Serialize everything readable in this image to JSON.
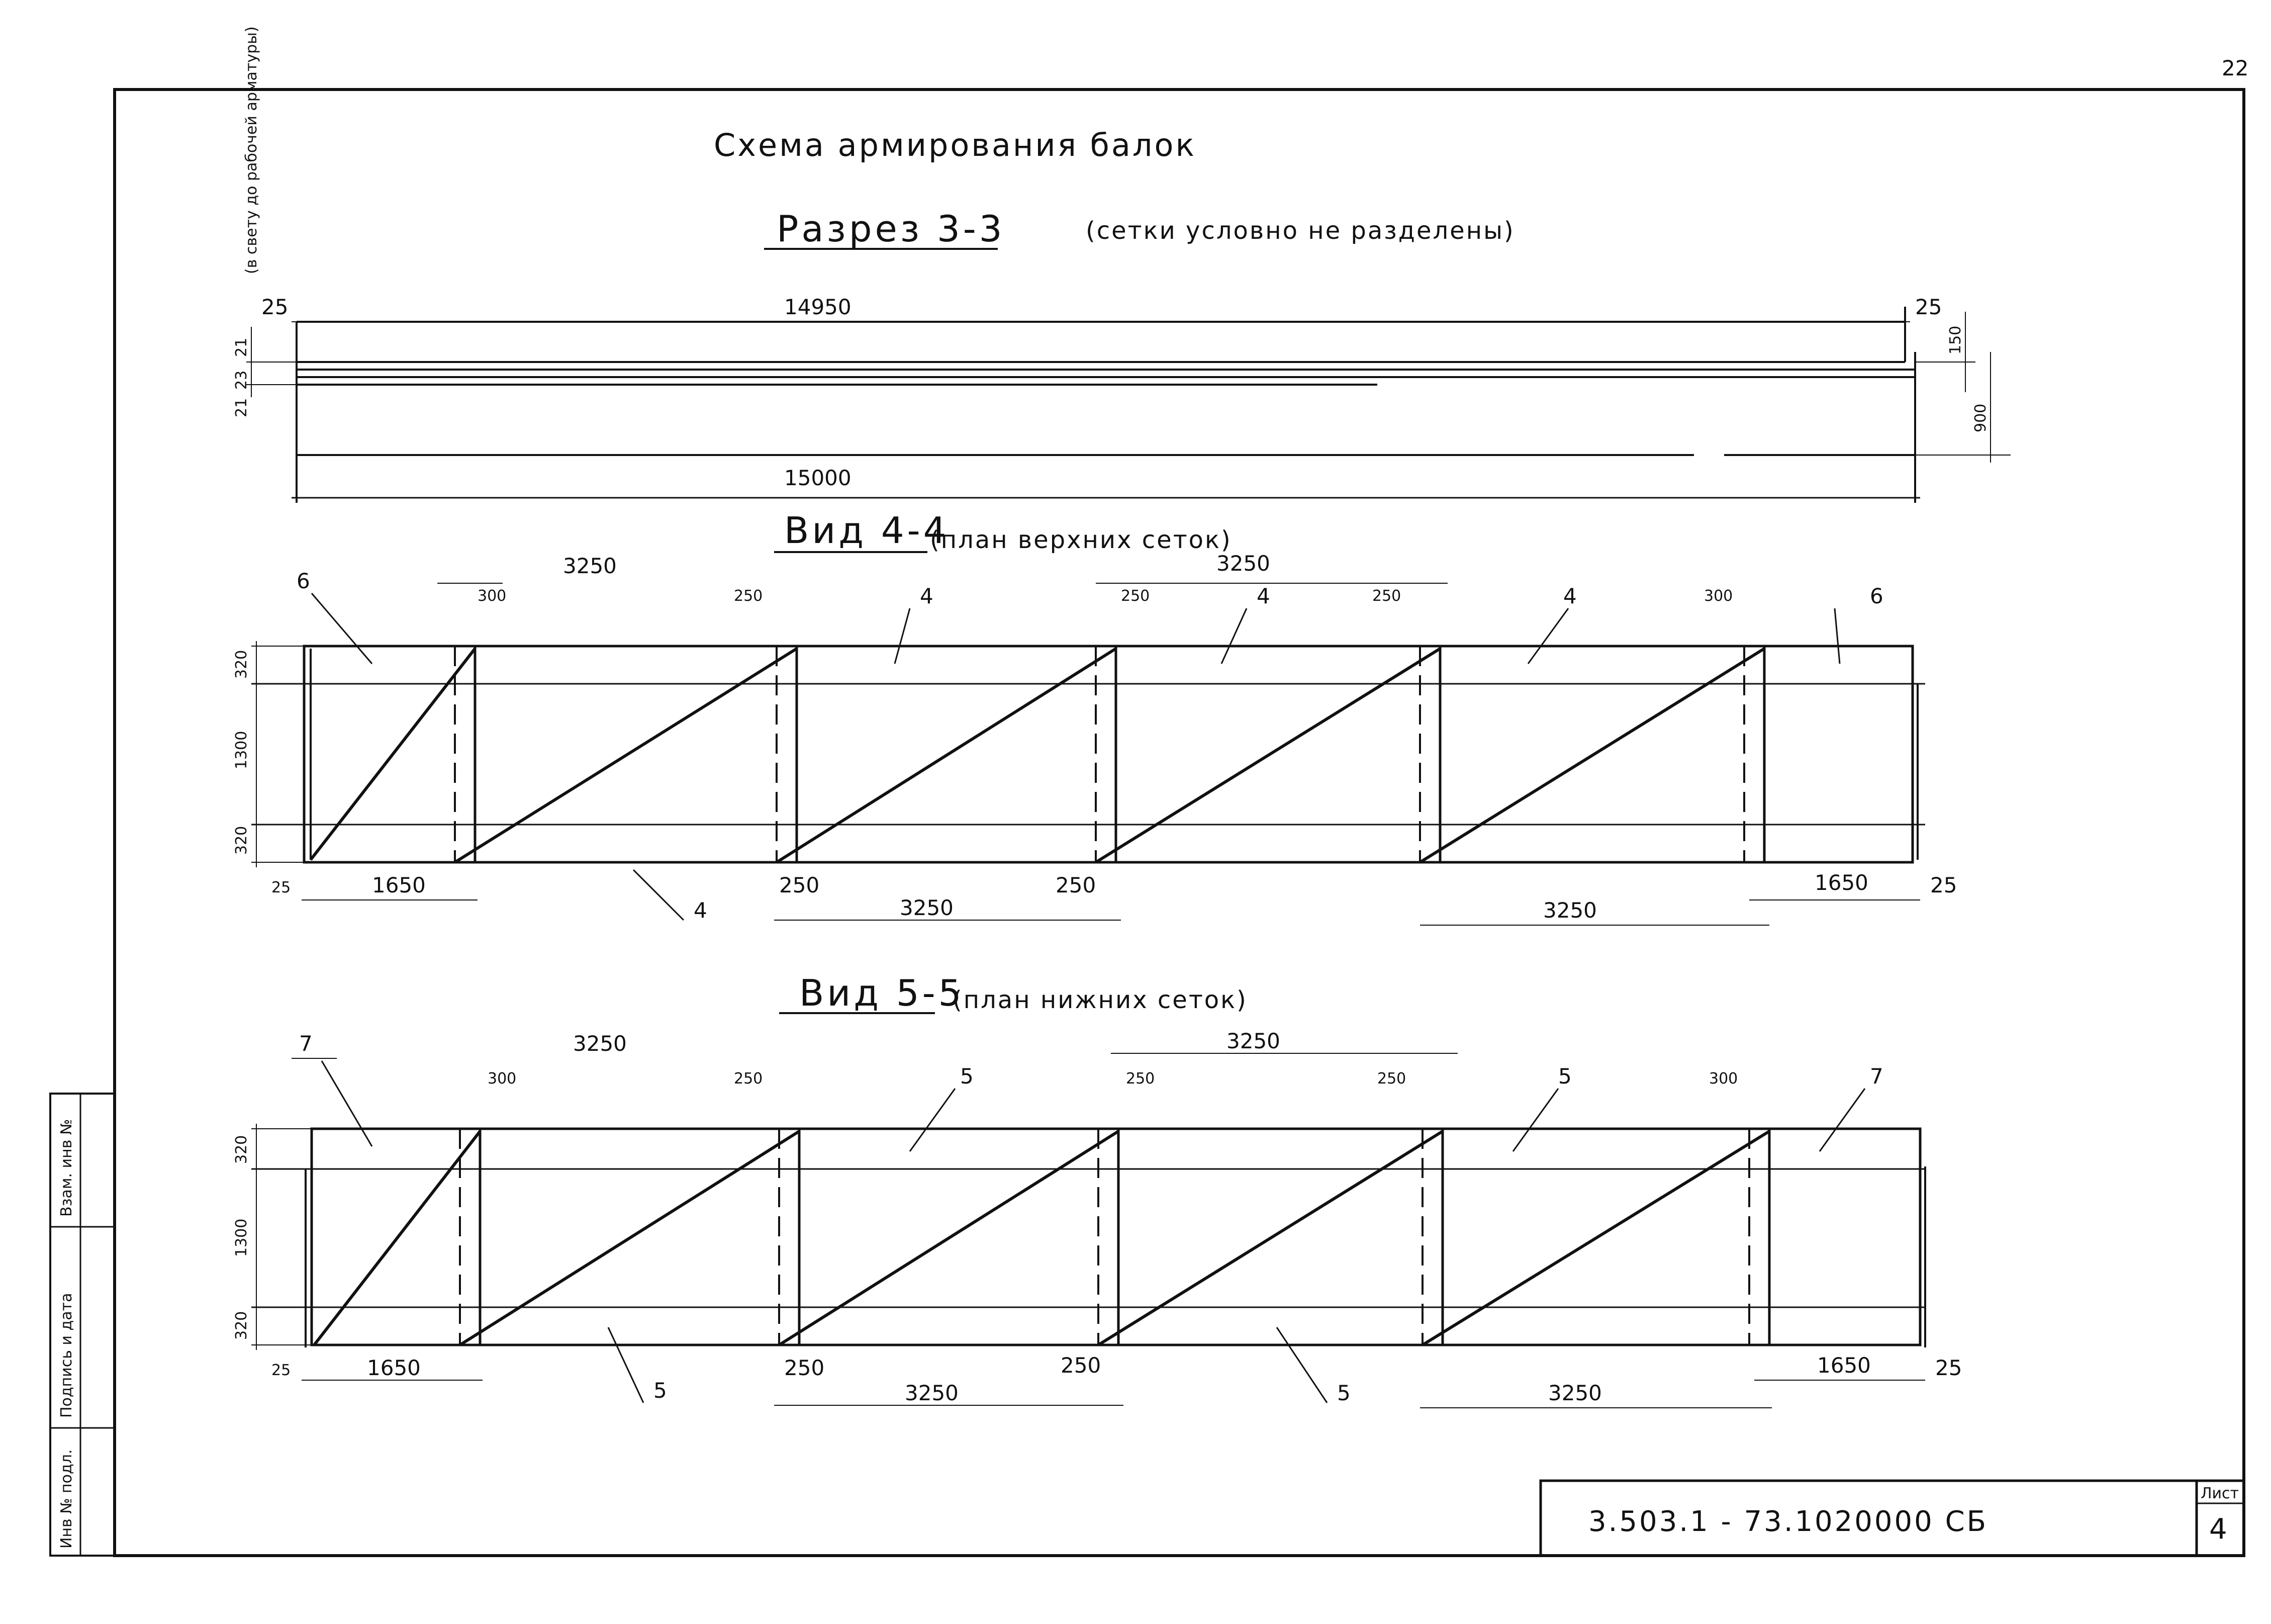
{
  "page_number": "22",
  "title": "Схема армирования балок",
  "side_note": "(в свету до рабочей арматуры)",
  "section": {
    "label": "Разрез 3-3",
    "note": "(сетки условно не разделены)",
    "dims": {
      "inner_length": "14950",
      "total_length": "15000",
      "end_left": "25",
      "end_right": "25",
      "top_depth": "150",
      "height": "900",
      "layers": [
        "21",
        "23",
        "21"
      ]
    }
  },
  "view_top": {
    "label": "Вид 4-4",
    "note": "(план верхних сеток)",
    "width_dims": [
      "320",
      "1300",
      "320"
    ],
    "mesh_marks": [
      "6",
      "4",
      "4",
      "4",
      "4",
      "6"
    ],
    "dims": {
      "top_spans": [
        "3250",
        "3250"
      ],
      "laps_top": [
        "300",
        "250",
        "250",
        "250",
        "300"
      ],
      "bottom_left": [
        "25",
        "1650"
      ],
      "bottom_mid": [
        "250",
        "3250",
        "250"
      ],
      "bottom_right_span": "3250",
      "bottom_right": [
        "1650",
        "25"
      ]
    }
  },
  "view_bottom": {
    "label": "Вид 5-5",
    "note": "(план нижних сеток)",
    "width_dims": [
      "320",
      "1300",
      "320"
    ],
    "mesh_marks": [
      "7",
      "5",
      "5",
      "5",
      "5",
      "7"
    ],
    "dims": {
      "top_spans": [
        "3250",
        "3250"
      ],
      "laps_top": [
        "300",
        "250",
        "250",
        "250",
        "300"
      ],
      "bottom_left": [
        "25",
        "1650"
      ],
      "bottom_mid": [
        "250",
        "3250",
        "250"
      ],
      "bottom_right_span": "3250",
      "bottom_right": [
        "1650",
        "25"
      ]
    }
  },
  "side_stamp": [
    "Инв № подл.",
    "Подпись и дата",
    "Взам. инв №"
  ],
  "stamp": {
    "code": "3.503.1 - 73.1",
    "doc": "020000 СБ",
    "sheet_label": "Лист",
    "sheet": "4"
  }
}
